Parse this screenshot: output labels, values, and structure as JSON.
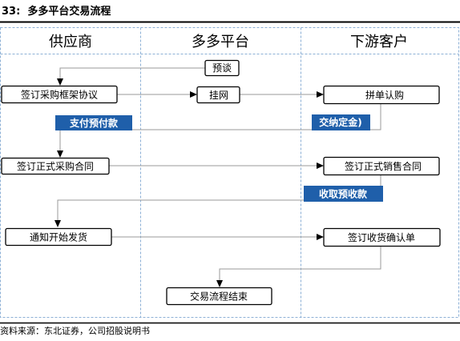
{
  "figure": {
    "label": "33:",
    "title": "多多平台交易流程"
  },
  "lanes": [
    "供应商",
    "多多平台",
    "下游客户"
  ],
  "nodes": {
    "yutan": "预谈",
    "kuangjia": "签订采购框架协议",
    "guawang": "挂网",
    "pindan": "拼单认购",
    "caigou": "签订正式采购合同",
    "xiaoshou": "签订正式销售合同",
    "fahuo": "通知开始发货",
    "shouhuo": "签订收货确认单",
    "jieshu": "交易流程结束"
  },
  "tags": {
    "yufu": "支付预付款",
    "dingjin": "交纳定金)",
    "yushou": "收取预收款"
  },
  "colors": {
    "tag_fill": "#1f5faa",
    "lane_border": "#8db0d6",
    "arrow": "#9a9a9a"
  },
  "source": "资料来源：东北证券，公司招股说明书"
}
